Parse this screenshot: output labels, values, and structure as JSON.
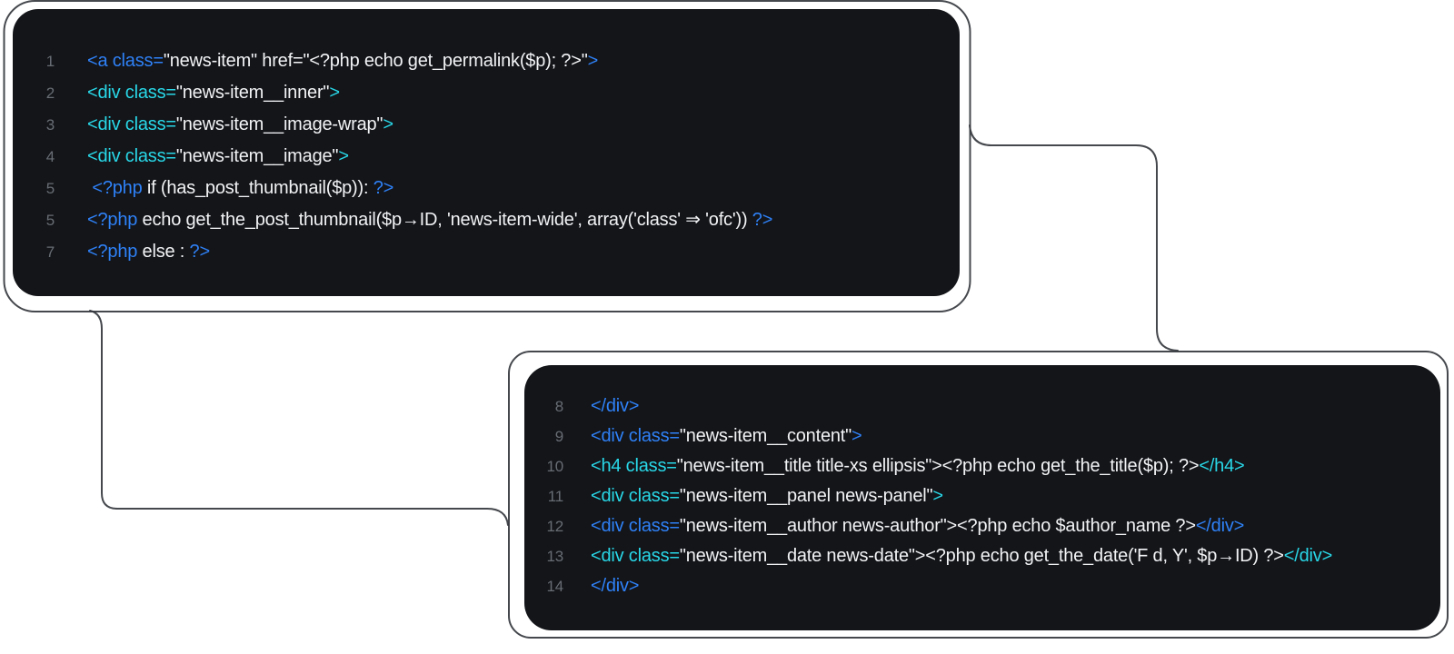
{
  "colors": {
    "bg": "#ffffff",
    "panel_bg": "#131519",
    "line_number": "#686d74",
    "text": "#f2f3f5",
    "blue": "#2f81f7",
    "cyan": "#29d8e8",
    "outline": "#35383e"
  },
  "panels": [
    {
      "name": "top-code-panel",
      "lines": [
        {
          "num": "1",
          "segments": [
            {
              "c": "blue",
              "t": "<a class="
            },
            {
              "c": "white",
              "t": "\"news-item\" href=\"<?php echo get_permalink($p); ?>\""
            },
            {
              "c": "blue",
              "t": ">"
            }
          ]
        },
        {
          "num": "2",
          "segments": [
            {
              "c": "cyan",
              "t": "<div class="
            },
            {
              "c": "white",
              "t": "\"news-item__inner\""
            },
            {
              "c": "cyan",
              "t": ">"
            }
          ]
        },
        {
          "num": "3",
          "segments": [
            {
              "c": "cyan",
              "t": "<div class="
            },
            {
              "c": "white",
              "t": "\"news-item__image-wrap\""
            },
            {
              "c": "cyan",
              "t": ">"
            }
          ]
        },
        {
          "num": "4",
          "segments": [
            {
              "c": "cyan",
              "t": "<div class="
            },
            {
              "c": "white",
              "t": "\"news-item__image\""
            },
            {
              "c": "cyan",
              "t": ">"
            }
          ]
        },
        {
          "num": "5",
          "segments": [
            {
              "c": "white",
              "t": " "
            },
            {
              "c": "blue",
              "t": "<?php"
            },
            {
              "c": "white",
              "t": " if (has_post_thumbnail($p)): "
            },
            {
              "c": "blue",
              "t": "?>"
            }
          ]
        },
        {
          "num": "5",
          "segments": [
            {
              "c": "blue",
              "t": "<?php"
            },
            {
              "c": "white",
              "t": " echo get_the_post_thumbnail($p→ID, 'news-item-wide', array('class' ⇒ 'ofc')) "
            },
            {
              "c": "blue",
              "t": "?>"
            }
          ]
        },
        {
          "num": "7",
          "segments": [
            {
              "c": "blue",
              "t": "<?php"
            },
            {
              "c": "white",
              "t": " else : "
            },
            {
              "c": "blue",
              "t": "?>"
            }
          ]
        }
      ]
    },
    {
      "name": "bottom-code-panel",
      "lines": [
        {
          "num": "8",
          "segments": [
            {
              "c": "blue",
              "t": "</div>"
            }
          ]
        },
        {
          "num": "9",
          "segments": [
            {
              "c": "blue",
              "t": "<div class="
            },
            {
              "c": "white",
              "t": "\"news-item__content\""
            },
            {
              "c": "blue",
              "t": ">"
            }
          ]
        },
        {
          "num": "10",
          "segments": [
            {
              "c": "cyan",
              "t": "<h4 class="
            },
            {
              "c": "white",
              "t": "\"news-item__title title-xs ellipsis\"><?php echo get_the_title($p); ?>"
            },
            {
              "c": "cyan",
              "t": "</h4>"
            }
          ]
        },
        {
          "num": "11",
          "segments": [
            {
              "c": "cyan",
              "t": "<div class="
            },
            {
              "c": "white",
              "t": "\"news-item__panel news-panel\""
            },
            {
              "c": "cyan",
              "t": ">"
            }
          ]
        },
        {
          "num": "12",
          "segments": [
            {
              "c": "blue",
              "t": "<div class="
            },
            {
              "c": "white",
              "t": "\"news-item__author news-author\"><?php echo $author_name ?>"
            },
            {
              "c": "blue",
              "t": "</div>"
            }
          ]
        },
        {
          "num": "13",
          "segments": [
            {
              "c": "cyan",
              "t": "<div class="
            },
            {
              "c": "white",
              "t": "\"news-item__date news-date\"><?php echo get_the_date('F d, Y', $p→ID) ?>"
            },
            {
              "c": "cyan",
              "t": "</div>"
            }
          ]
        },
        {
          "num": "14",
          "segments": [
            {
              "c": "blue",
              "t": "</div>"
            }
          ]
        }
      ]
    }
  ]
}
